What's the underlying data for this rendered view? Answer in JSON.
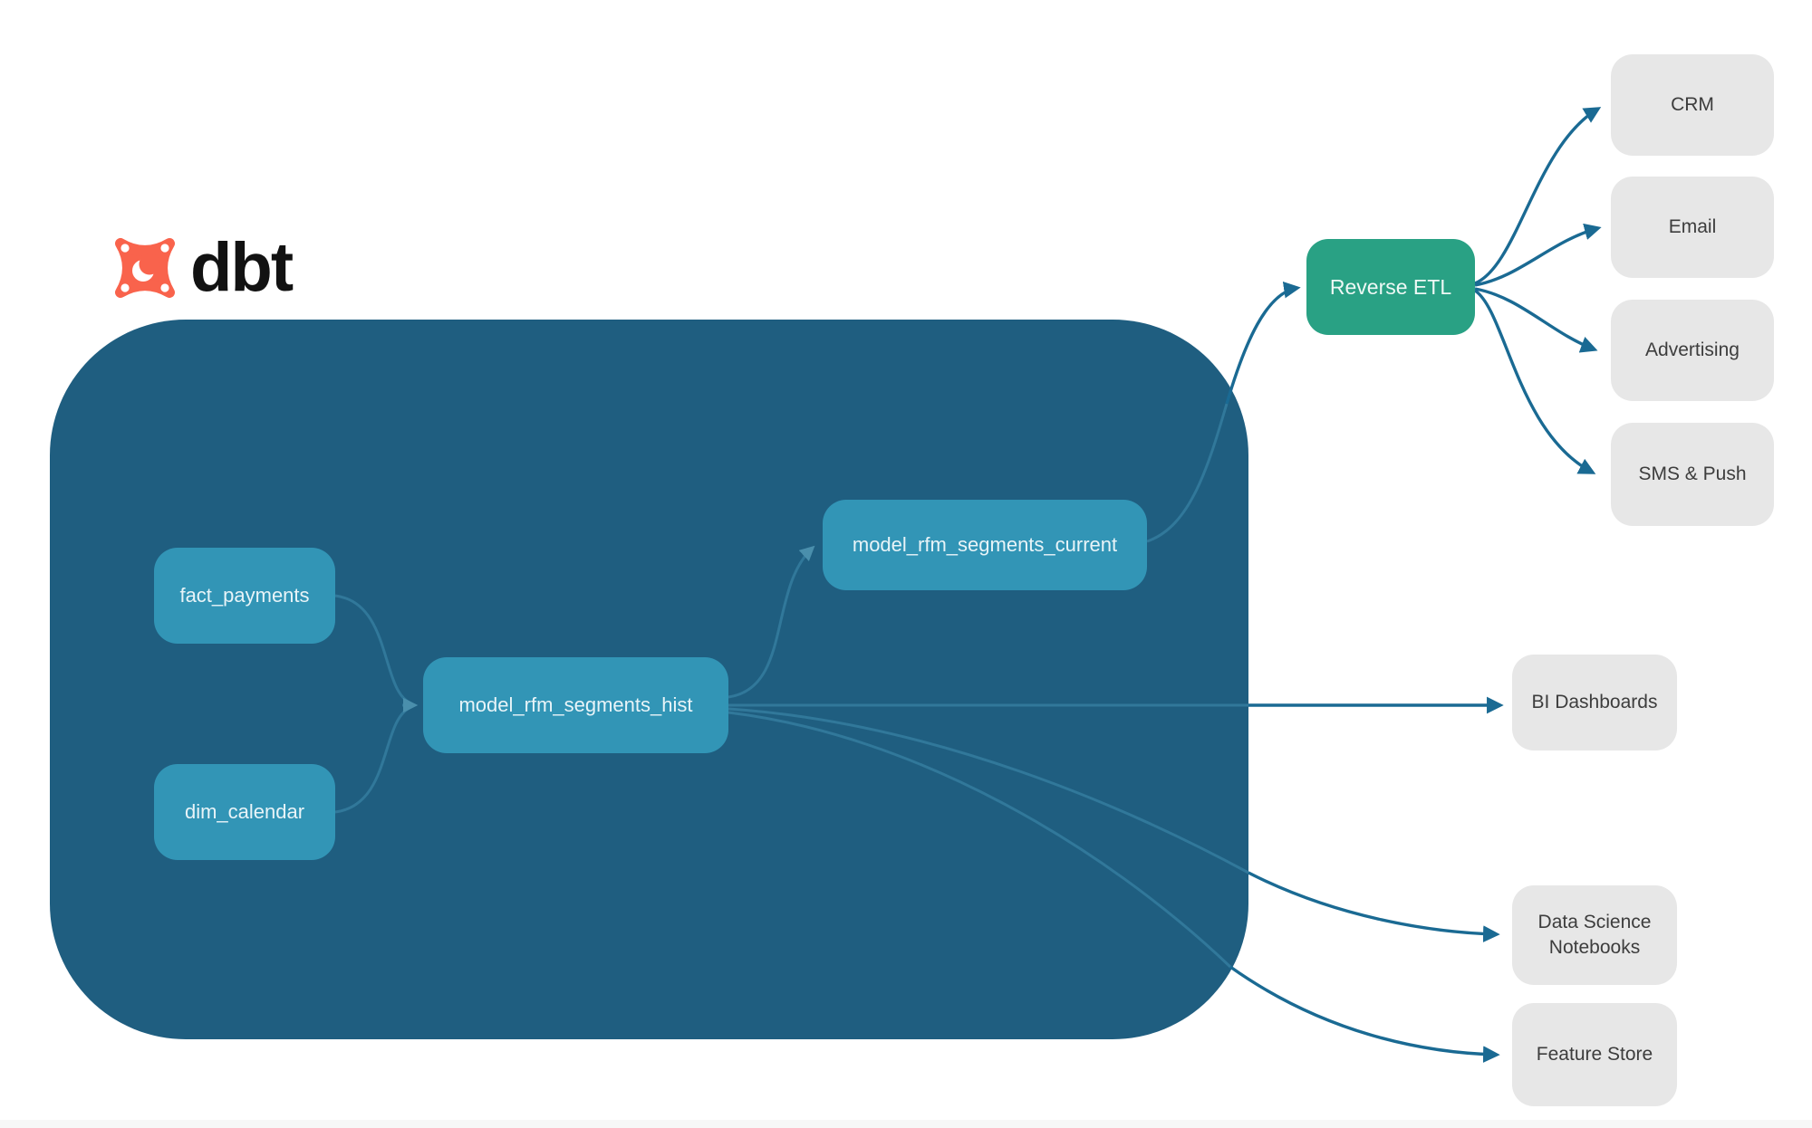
{
  "logo": {
    "brand": "dbt"
  },
  "nodes": {
    "fact_payments": {
      "label": "fact_payments"
    },
    "dim_calendar": {
      "label": "dim_calendar"
    },
    "hist": {
      "label": "model_rfm_segments_hist"
    },
    "current": {
      "label": "model_rfm_segments_current"
    },
    "reverse_etl": {
      "label": "Reverse ETL"
    },
    "crm": {
      "label": "CRM"
    },
    "email": {
      "label": "Email"
    },
    "advertising": {
      "label": "Advertising"
    },
    "sms_push": {
      "label": "SMS & Push"
    },
    "bi_dashboards": {
      "label": "BI Dashboards"
    },
    "ds_notebooks": {
      "label": "Data Science Notebooks"
    },
    "feature_store": {
      "label": "Feature Store"
    }
  },
  "edges": [
    {
      "from": "fact_payments",
      "to": "model_rfm_segments_hist"
    },
    {
      "from": "dim_calendar",
      "to": "model_rfm_segments_hist"
    },
    {
      "from": "model_rfm_segments_hist",
      "to": "model_rfm_segments_current"
    },
    {
      "from": "model_rfm_segments_current",
      "to": "Reverse ETL"
    },
    {
      "from": "Reverse ETL",
      "to": "CRM"
    },
    {
      "from": "Reverse ETL",
      "to": "Email"
    },
    {
      "from": "Reverse ETL",
      "to": "Advertising"
    },
    {
      "from": "Reverse ETL",
      "to": "SMS & Push"
    },
    {
      "from": "model_rfm_segments_hist",
      "to": "BI Dashboards"
    },
    {
      "from": "model_rfm_segments_hist",
      "to": "Data Science Notebooks"
    },
    {
      "from": "model_rfm_segments_hist",
      "to": "Feature Store"
    }
  ],
  "colors": {
    "container": "#1f5e80",
    "node_teal": "#3295b6",
    "accent_green": "#29a184",
    "target_gray": "#e7e7e7",
    "edge_outside": "#1a6a93",
    "edge_inside": "#31789a",
    "logo_orange": "#f9634c",
    "text_dark": "#3d3d3d"
  }
}
